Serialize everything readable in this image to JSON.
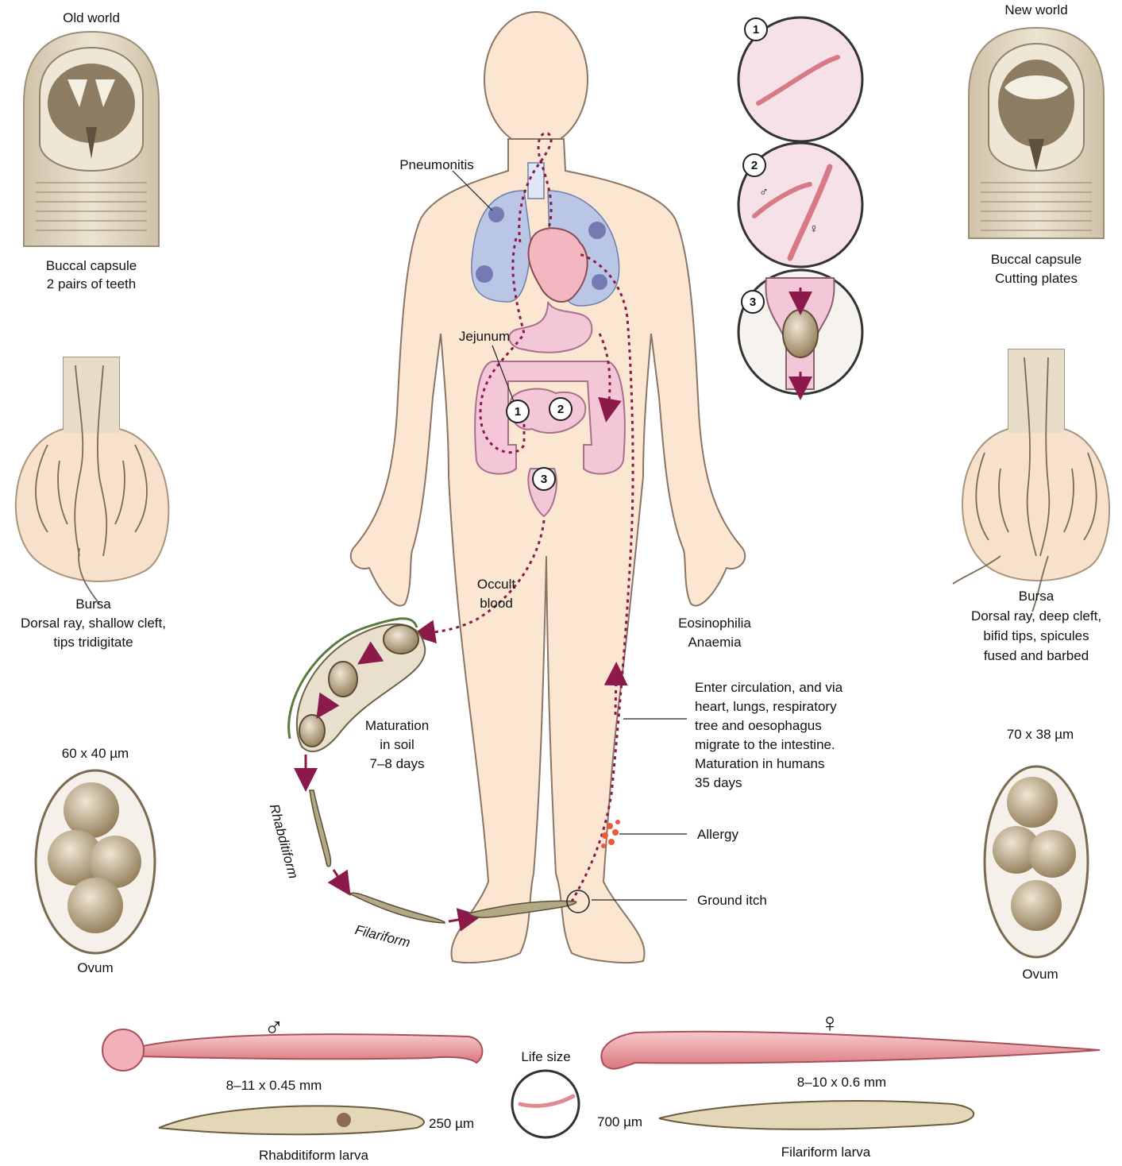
{
  "left_panel": {
    "title": "Old world",
    "buccal": [
      "Buccal capsule",
      "2 pairs of teeth"
    ],
    "bursa": [
      "Bursa",
      "Dorsal ray, shallow cleft,",
      "tips tridigitate"
    ],
    "ovum_size": "60 x 40 µm",
    "ovum_label": "Ovum"
  },
  "right_panel": {
    "title": "New world",
    "buccal": [
      "Buccal capsule",
      "Cutting plates"
    ],
    "bursa": [
      "Bursa",
      "Dorsal ray, deep cleft,",
      "bifid tips, spicules",
      "fused and barbed"
    ],
    "ovum_size": "70 x 38 µm",
    "ovum_label": "Ovum"
  },
  "body_labels": {
    "pneumonitis": "Pneumonitis",
    "jejunum": "Jejunum",
    "occult_blood": [
      "Occult",
      "blood"
    ],
    "eosinophilia": [
      "Eosinophilia",
      "Anaemia"
    ],
    "circulation": [
      "Enter circulation, and via",
      "heart, lungs, respiratory",
      "tree and oesophagus",
      "migrate to the intestine.",
      "Maturation in humans",
      "35 days"
    ],
    "allergy": "Allergy",
    "ground_itch": "Ground itch",
    "maturation_soil": [
      "Maturation",
      "in soil",
      "7–8 days"
    ],
    "rhabditiform": "Rhabditiform",
    "filariform": "Filariform"
  },
  "markers": [
    "1",
    "2",
    "3"
  ],
  "inset_symbols": {
    "male": "♂",
    "female": "♀"
  },
  "bottom": {
    "male_symbol": "♂",
    "female_symbol": "♀",
    "male_size": "8–11 x 0.45 mm",
    "female_size": "8–10 x 0.6 mm",
    "life_size": "Life size",
    "rhabditiform_size": "250 µm",
    "filariform_size": "700 µm",
    "rhabditiform_label": "Rhabditiform larva",
    "filariform_label": "Filariform larva"
  },
  "colors": {
    "skin": "#fbe6d2",
    "skin_outline": "#8a7566",
    "lung": "#b9c6e6",
    "gut": "#f4c7d8",
    "path": "#8b1a4a",
    "worm": "#f0a8ad",
    "egg": "#a8916a",
    "tan": "#d8cbb3",
    "circle_bg": "#f7e1e9"
  }
}
